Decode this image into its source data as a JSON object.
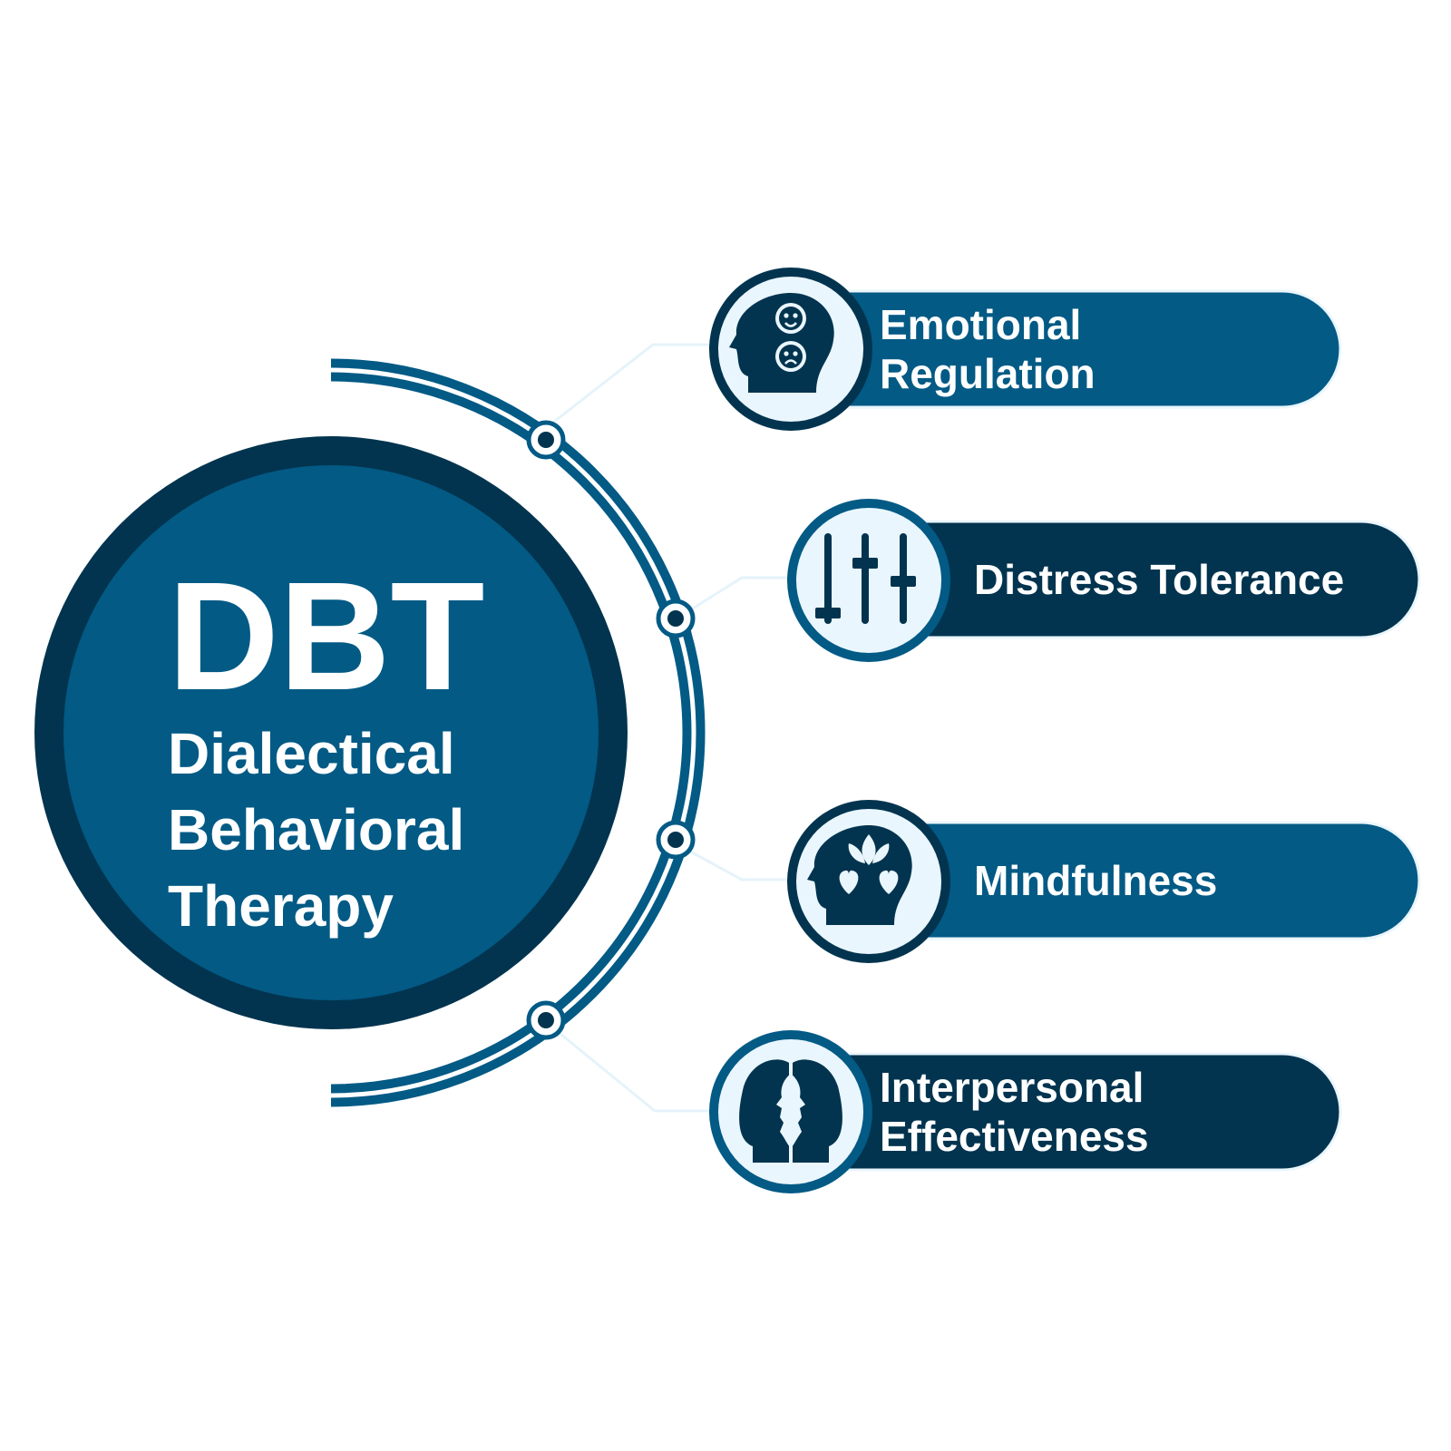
{
  "center": {
    "acronym": "DBT",
    "full_name_lines": [
      "Dialectical",
      "Behavioral",
      "Therapy"
    ]
  },
  "pillars": [
    {
      "label_lines": [
        "Emotional",
        "Regulation"
      ],
      "icon": "head-emotions-icon"
    },
    {
      "label_lines": [
        "Distress Tolerance"
      ],
      "icon": "sliders-icon"
    },
    {
      "label_lines": [
        "Mindfulness"
      ],
      "icon": "head-lotus-hearts-icon"
    },
    {
      "label_lines": [
        "Interpersonal",
        "Effectiveness"
      ],
      "icon": "two-faces-icon"
    }
  ],
  "colors": {
    "navy_dark": "#02344f",
    "blue_mid": "#025a85",
    "icon_bg": "#eaf6fd",
    "connector": "#e5f3fb",
    "white": "#ffffff"
  }
}
